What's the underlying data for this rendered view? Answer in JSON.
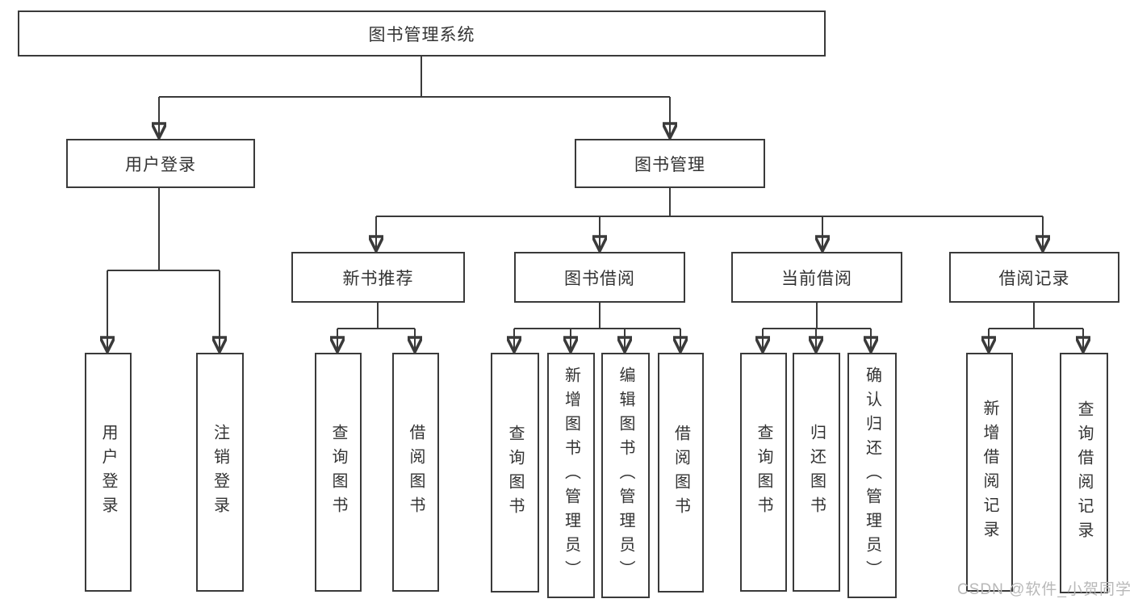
{
  "tree": {
    "label": "图书管理系统",
    "children": [
      {
        "label": "用户登录",
        "children": [
          {
            "label": "用户登录"
          },
          {
            "label": "注销登录"
          }
        ]
      },
      {
        "label": "图书管理",
        "children": [
          {
            "label": "新书推荐",
            "children": [
              {
                "label": "查询图书"
              },
              {
                "label": "借阅图书"
              }
            ]
          },
          {
            "label": "图书借阅",
            "children": [
              {
                "label": "查询图书"
              },
              {
                "label": "新增图书（管理员）"
              },
              {
                "label": "编辑图书（管理员）"
              },
              {
                "label": "借阅图书"
              }
            ]
          },
          {
            "label": "当前借阅",
            "children": [
              {
                "label": "查询图书"
              },
              {
                "label": "归还图书"
              },
              {
                "label": "确认归还（管理员）"
              }
            ]
          },
          {
            "label": "借阅记录",
            "children": [
              {
                "label": "新增借阅记录"
              },
              {
                "label": "查询借阅记录"
              }
            ]
          }
        ]
      }
    ]
  },
  "watermark": {
    "text": "CSDN @软件_小贺同学"
  },
  "colors": {
    "line": "#3a3a3a",
    "text": "#333333",
    "watermark": "#b8b8b8",
    "background": "#ffffff"
  }
}
